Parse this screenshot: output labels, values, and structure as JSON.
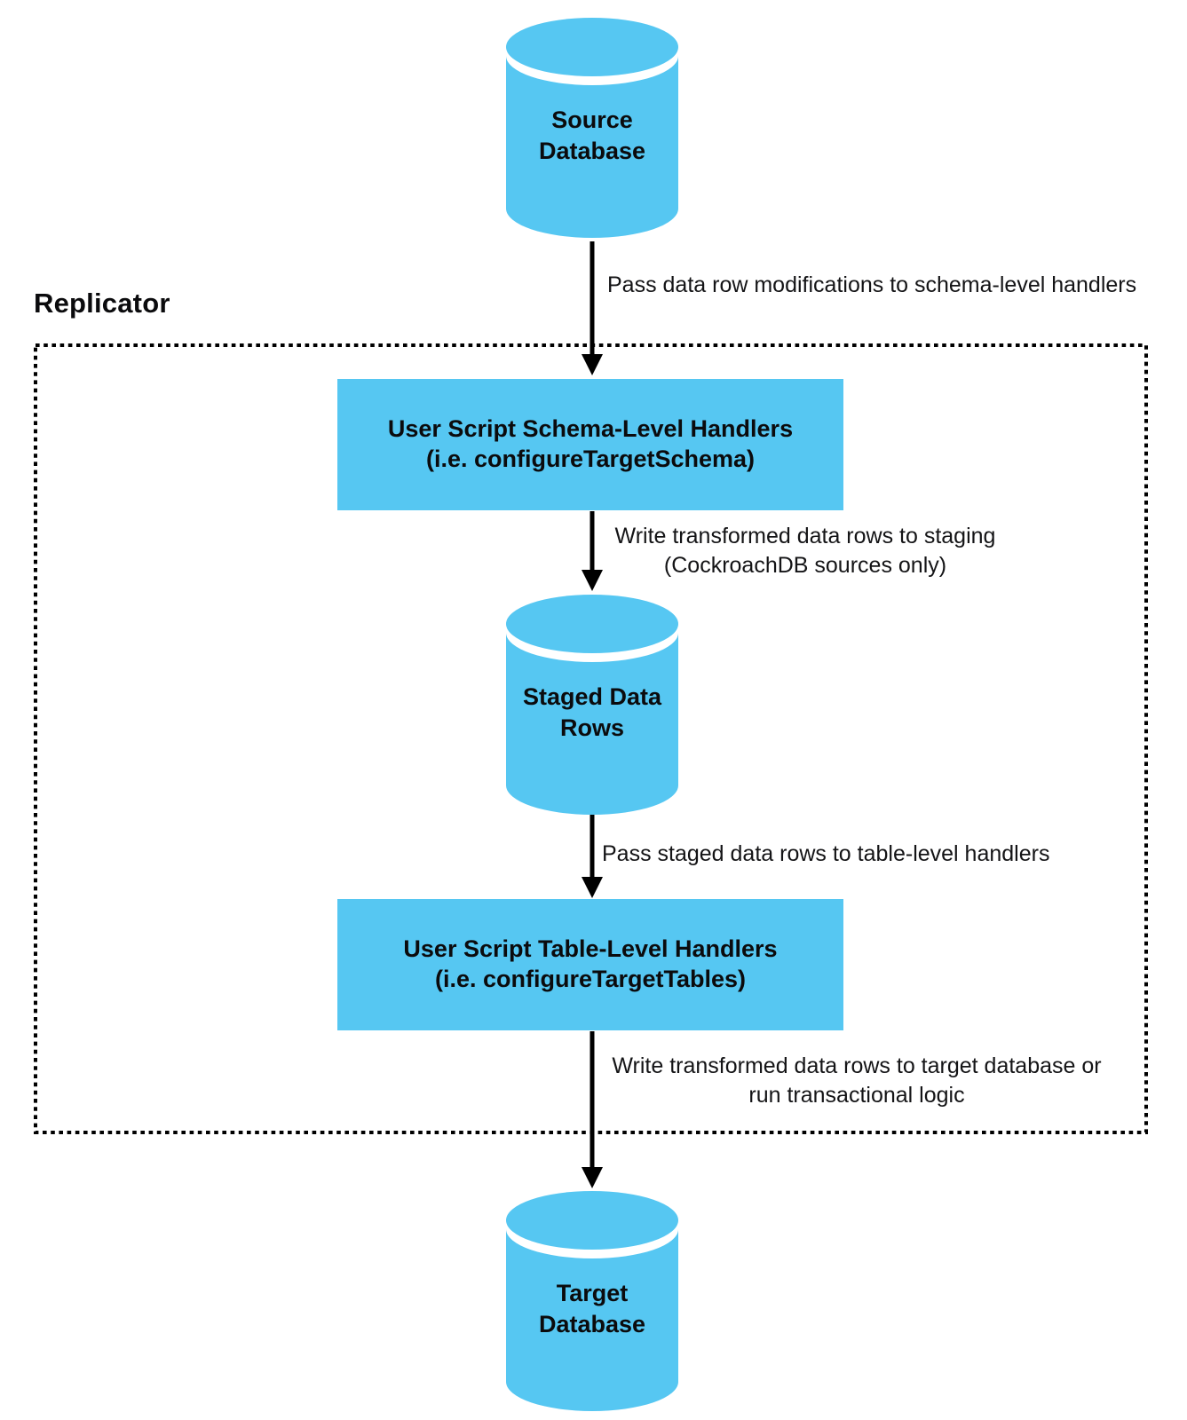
{
  "diagram": {
    "replicator_label": "Replicator",
    "colors": {
      "node_fill": "#56C7F2",
      "arrow": "#000000",
      "boundary": "#000000",
      "text": "#0B0B0D",
      "background": "#FFFFFF"
    },
    "nodes": {
      "source_db": {
        "type": "cylinder",
        "line1": "Source",
        "line2": "Database"
      },
      "schema_handlers": {
        "type": "rect",
        "line1": "User Script Schema-Level Handlers",
        "line2": "(i.e. configureTargetSchema)"
      },
      "staged_rows": {
        "type": "cylinder",
        "line1": "Staged Data",
        "line2": "Rows"
      },
      "table_handlers": {
        "type": "rect",
        "line1": "User Script Table-Level Handlers",
        "line2": "(i.e. configureTargetTables)"
      },
      "target_db": {
        "type": "cylinder",
        "line1": "Target",
        "line2": "Database"
      }
    },
    "edges": [
      {
        "from": "source_db",
        "to": "schema_handlers",
        "label_lines": [
          "Pass data row modifications to schema-level handlers"
        ]
      },
      {
        "from": "schema_handlers",
        "to": "staged_rows",
        "label_lines": [
          "Write transformed data rows to staging",
          "(CockroachDB sources only)"
        ]
      },
      {
        "from": "staged_rows",
        "to": "table_handlers",
        "label_lines": [
          "Pass staged data rows to table-level handlers"
        ]
      },
      {
        "from": "table_handlers",
        "to": "target_db",
        "label_lines": [
          "Write transformed data rows to target database or",
          "run transactional logic"
        ]
      }
    ]
  }
}
